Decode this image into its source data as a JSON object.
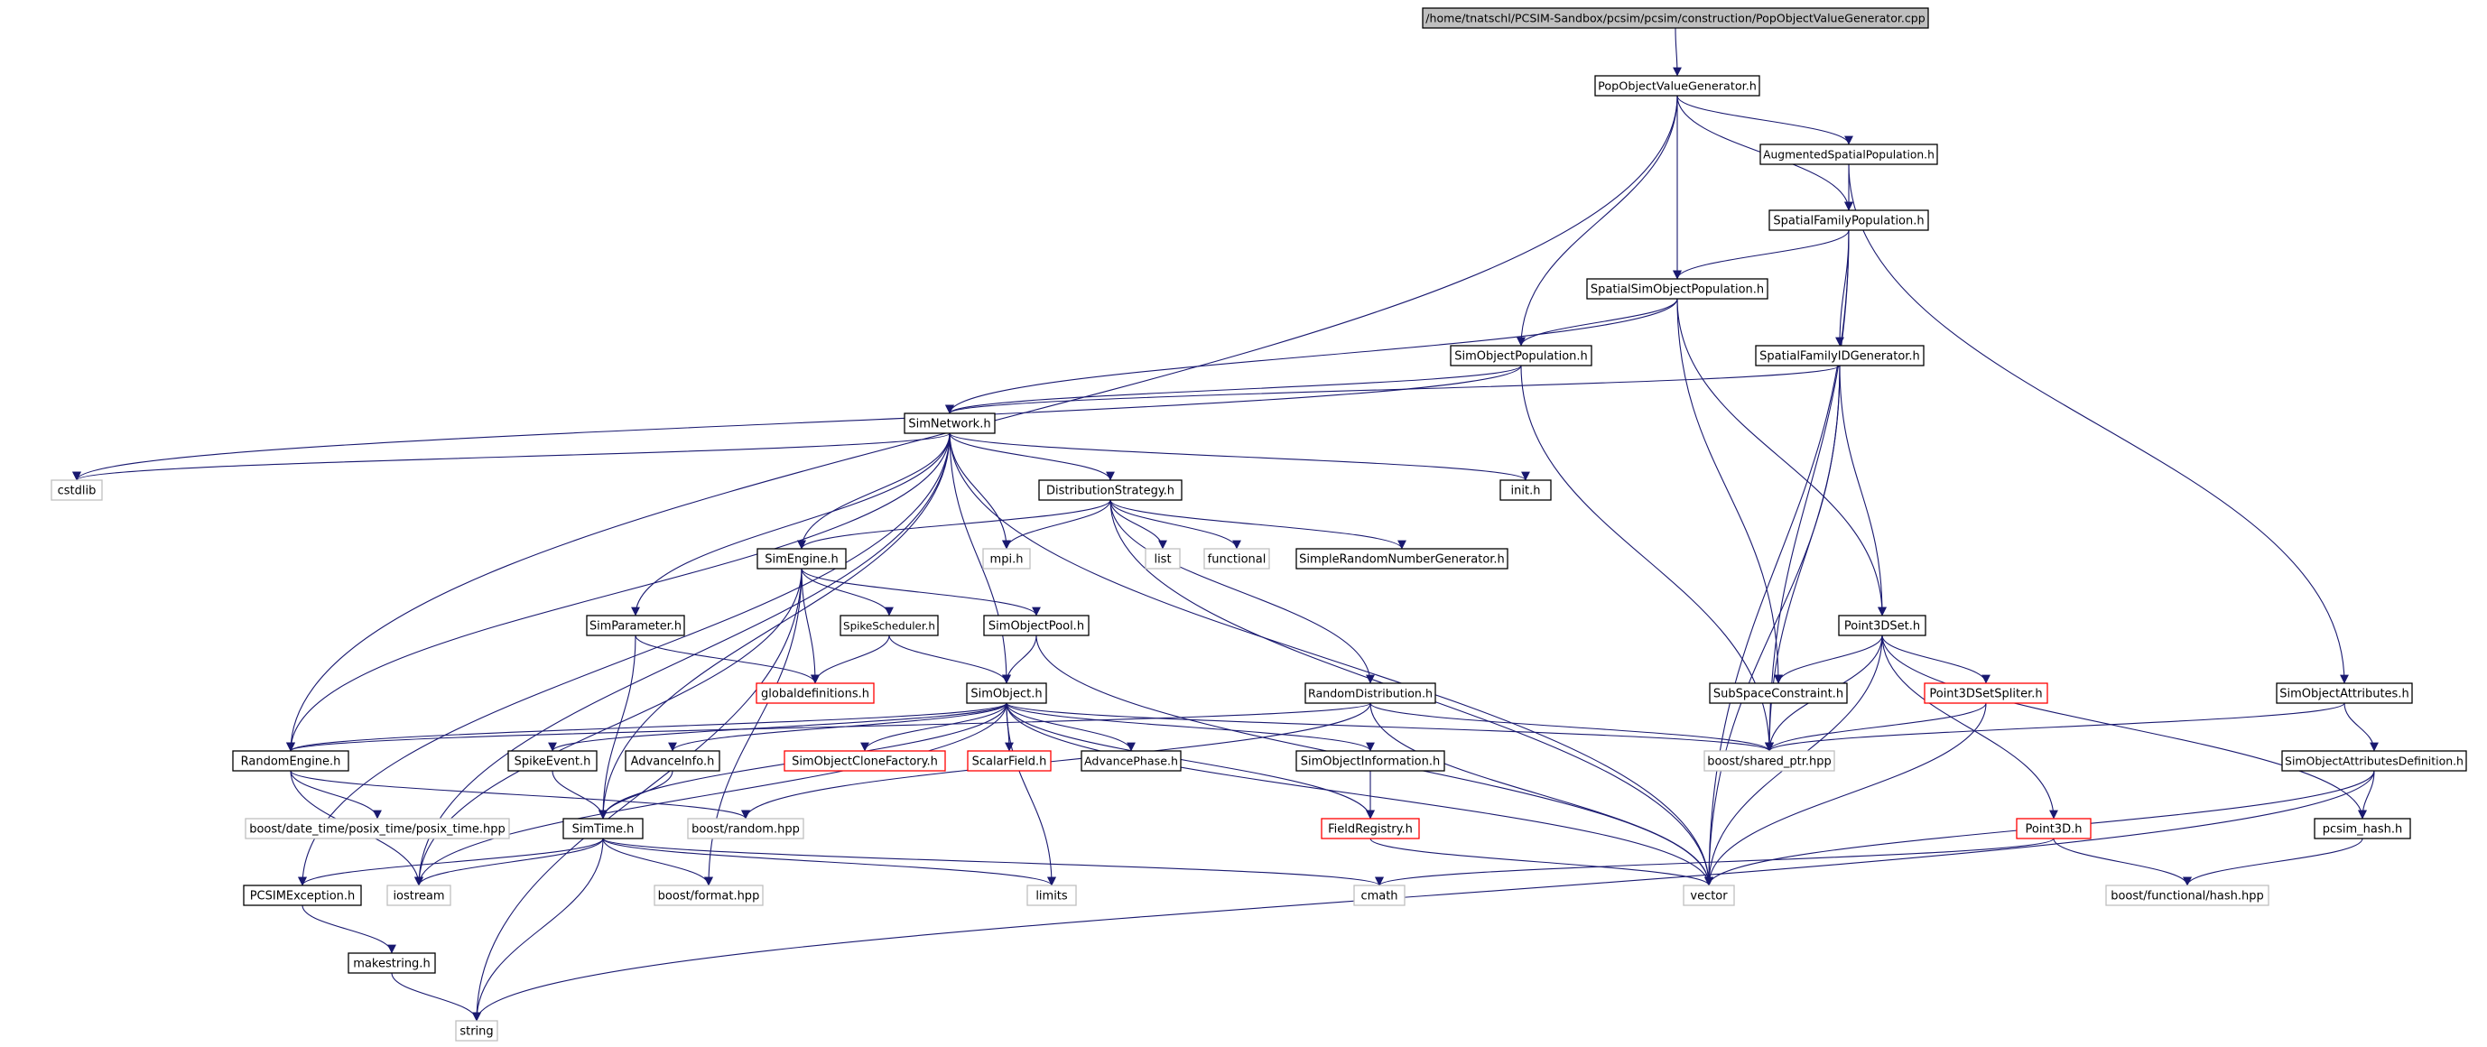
{
  "colors": {
    "edge": "#191970",
    "node_border_normal": "#000000",
    "node_border_external": "#bfbfbf",
    "node_border_truncated": "#ff0000",
    "root_fill": "#bfbfbf",
    "text": "#000000"
  },
  "nodes": [
    {
      "id": "root",
      "label": "/home/tnatschl/PCSIM-Sandbox/pcsim/pcsim/construction/PopObjectValueGenerator.cpp",
      "style": "root"
    },
    {
      "id": "povg",
      "label": "PopObjectValueGenerator.h",
      "style": "normal"
    },
    {
      "id": "asp",
      "label": "AugmentedSpatialPopulation.h",
      "style": "normal"
    },
    {
      "id": "sfp",
      "label": "SpatialFamilyPopulation.h",
      "style": "normal"
    },
    {
      "id": "ssop",
      "label": "SpatialSimObjectPopulation.h",
      "style": "normal"
    },
    {
      "id": "sop",
      "label": "SimObjectPopulation.h",
      "style": "normal"
    },
    {
      "id": "sfid",
      "label": "SpatialFamilyIDGenerator.h",
      "style": "normal"
    },
    {
      "id": "sn",
      "label": "SimNetwork.h",
      "style": "normal"
    },
    {
      "id": "cstdlib",
      "label": "cstdlib",
      "style": "external"
    },
    {
      "id": "inith",
      "label": "init.h",
      "style": "normal"
    },
    {
      "id": "ds",
      "label": "DistributionStrategy.h",
      "style": "normal"
    },
    {
      "id": "se",
      "label": "SimEngine.h",
      "style": "normal"
    },
    {
      "id": "mpi",
      "label": "mpi.h",
      "style": "external"
    },
    {
      "id": "list",
      "label": "list",
      "style": "external"
    },
    {
      "id": "functional",
      "label": "functional",
      "style": "external"
    },
    {
      "id": "srng",
      "label": "SimpleRandomNumberGenerator.h",
      "style": "normal"
    },
    {
      "id": "sparam",
      "label": "SimParameter.h",
      "style": "normal"
    },
    {
      "id": "ssched",
      "label": "SpikeScheduler.h",
      "style": "normal"
    },
    {
      "id": "sopool",
      "label": "SimObjectPool.h",
      "style": "normal"
    },
    {
      "id": "p3ds",
      "label": "Point3DSet.h",
      "style": "normal"
    },
    {
      "id": "gdef",
      "label": "globaldefinitions.h",
      "style": "truncated"
    },
    {
      "id": "so",
      "label": "SimObject.h",
      "style": "normal"
    },
    {
      "id": "rd",
      "label": "RandomDistribution.h",
      "style": "normal"
    },
    {
      "id": "ssc",
      "label": "SubSpaceConstraint.h",
      "style": "normal"
    },
    {
      "id": "p3dss",
      "label": "Point3DSetSpliter.h",
      "style": "truncated"
    },
    {
      "id": "soattr",
      "label": "SimObjectAttributes.h",
      "style": "normal"
    },
    {
      "id": "re",
      "label": "RandomEngine.h",
      "style": "normal"
    },
    {
      "id": "sev",
      "label": "SpikeEvent.h",
      "style": "normal"
    },
    {
      "id": "ai",
      "label": "AdvanceInfo.h",
      "style": "normal"
    },
    {
      "id": "socf",
      "label": "SimObjectCloneFactory.h",
      "style": "truncated"
    },
    {
      "id": "sf",
      "label": "ScalarField.h",
      "style": "truncated"
    },
    {
      "id": "ap",
      "label": "AdvancePhase.h",
      "style": "normal"
    },
    {
      "id": "soi",
      "label": "SimObjectInformation.h",
      "style": "normal"
    },
    {
      "id": "sharedptr",
      "label": "boost/shared_ptr.hpp",
      "style": "external"
    },
    {
      "id": "soad",
      "label": "SimObjectAttributesDefinition.h",
      "style": "normal"
    },
    {
      "id": "posix",
      "label": "boost/date_time/posix_time/posix_time.hpp",
      "style": "external"
    },
    {
      "id": "brandom",
      "label": "boost/random.hpp",
      "style": "external"
    },
    {
      "id": "st",
      "label": "SimTime.h",
      "style": "normal"
    },
    {
      "id": "fr",
      "label": "FieldRegistry.h",
      "style": "truncated"
    },
    {
      "id": "p3d",
      "label": "Point3D.h",
      "style": "truncated"
    },
    {
      "id": "pcsimhash",
      "label": "pcsim_hash.h",
      "style": "normal"
    },
    {
      "id": "pcsimexc",
      "label": "PCSIMException.h",
      "style": "normal"
    },
    {
      "id": "iostream",
      "label": "iostream",
      "style": "external"
    },
    {
      "id": "bformat",
      "label": "boost/format.hpp",
      "style": "external"
    },
    {
      "id": "limits",
      "label": "limits",
      "style": "external"
    },
    {
      "id": "cmath",
      "label": "cmath",
      "style": "external"
    },
    {
      "id": "vector",
      "label": "vector",
      "style": "external"
    },
    {
      "id": "bfhash",
      "label": "boost/functional/hash.hpp",
      "style": "external"
    },
    {
      "id": "makestring",
      "label": "makestring.h",
      "style": "normal"
    },
    {
      "id": "string",
      "label": "string",
      "style": "external"
    }
  ],
  "edges": [
    [
      "root",
      "povg"
    ],
    [
      "povg",
      "asp"
    ],
    [
      "povg",
      "sfp"
    ],
    [
      "povg",
      "ssop"
    ],
    [
      "povg",
      "sop"
    ],
    [
      "povg",
      "re"
    ],
    [
      "asp",
      "sfp"
    ],
    [
      "asp",
      "soattr"
    ],
    [
      "sfp",
      "ssop"
    ],
    [
      "sfp",
      "sfid"
    ],
    [
      "sfp",
      "sharedptr"
    ],
    [
      "sfp",
      "vector"
    ],
    [
      "ssop",
      "sop"
    ],
    [
      "ssop",
      "sn"
    ],
    [
      "ssop",
      "p3ds"
    ],
    [
      "ssop",
      "ssc"
    ],
    [
      "sop",
      "sn"
    ],
    [
      "sop",
      "cstdlib"
    ],
    [
      "sop",
      "sharedptr"
    ],
    [
      "sfid",
      "sn"
    ],
    [
      "sfid",
      "p3ds"
    ],
    [
      "sfid",
      "sharedptr"
    ],
    [
      "sfid",
      "vector"
    ],
    [
      "sn",
      "cstdlib"
    ],
    [
      "sn",
      "inith"
    ],
    [
      "sn",
      "ds"
    ],
    [
      "sn",
      "se"
    ],
    [
      "sn",
      "mpi"
    ],
    [
      "sn",
      "sparam"
    ],
    [
      "sn",
      "so"
    ],
    [
      "sn",
      "re"
    ],
    [
      "sn",
      "st"
    ],
    [
      "sn",
      "pcsimexc"
    ],
    [
      "sn",
      "iostream"
    ],
    [
      "sn",
      "vector"
    ],
    [
      "ds",
      "se"
    ],
    [
      "ds",
      "mpi"
    ],
    [
      "ds",
      "list"
    ],
    [
      "ds",
      "functional"
    ],
    [
      "ds",
      "srng"
    ],
    [
      "ds",
      "rd"
    ],
    [
      "ds",
      "vector"
    ],
    [
      "se",
      "ssched"
    ],
    [
      "se",
      "sopool"
    ],
    [
      "se",
      "gdef"
    ],
    [
      "se",
      "bformat"
    ],
    [
      "se",
      "iostream"
    ],
    [
      "se",
      "string"
    ],
    [
      "sparam",
      "gdef"
    ],
    [
      "sparam",
      "st"
    ],
    [
      "ssched",
      "gdef"
    ],
    [
      "ssched",
      "so"
    ],
    [
      "sopool",
      "so"
    ],
    [
      "sopool",
      "vector"
    ],
    [
      "so",
      "re"
    ],
    [
      "so",
      "sev"
    ],
    [
      "so",
      "ai"
    ],
    [
      "so",
      "socf"
    ],
    [
      "so",
      "sf"
    ],
    [
      "so",
      "ap"
    ],
    [
      "so",
      "soi"
    ],
    [
      "so",
      "fr"
    ],
    [
      "so",
      "sharedptr"
    ],
    [
      "so",
      "limits"
    ],
    [
      "so",
      "vector"
    ],
    [
      "so",
      "iostream"
    ],
    [
      "so",
      "st"
    ],
    [
      "rd",
      "re"
    ],
    [
      "rd",
      "brandom"
    ],
    [
      "rd",
      "sharedptr"
    ],
    [
      "rd",
      "vector"
    ],
    [
      "p3ds",
      "ssc"
    ],
    [
      "p3ds",
      "p3dss"
    ],
    [
      "p3ds",
      "p3d"
    ],
    [
      "p3ds",
      "sharedptr"
    ],
    [
      "p3ds",
      "vector"
    ],
    [
      "p3ds",
      "pcsimhash"
    ],
    [
      "p3dss",
      "sharedptr"
    ],
    [
      "p3dss",
      "vector"
    ],
    [
      "soattr",
      "sharedptr"
    ],
    [
      "soattr",
      "soad"
    ],
    [
      "soad",
      "pcsimhash"
    ],
    [
      "soad",
      "vector"
    ],
    [
      "soad",
      "string"
    ],
    [
      "re",
      "posix"
    ],
    [
      "re",
      "brandom"
    ],
    [
      "re",
      "iostream"
    ],
    [
      "sev",
      "st"
    ],
    [
      "ai",
      "st"
    ],
    [
      "soi",
      "fr"
    ],
    [
      "fr",
      "vector"
    ],
    [
      "p3d",
      "cmath"
    ],
    [
      "p3d",
      "bfhash"
    ],
    [
      "pcsimhash",
      "bfhash"
    ],
    [
      "st",
      "pcsimexc"
    ],
    [
      "st",
      "iostream"
    ],
    [
      "st",
      "bformat"
    ],
    [
      "st",
      "limits"
    ],
    [
      "st",
      "cmath"
    ],
    [
      "st",
      "string"
    ],
    [
      "pcsimexc",
      "makestring"
    ],
    [
      "makestring",
      "string"
    ]
  ]
}
